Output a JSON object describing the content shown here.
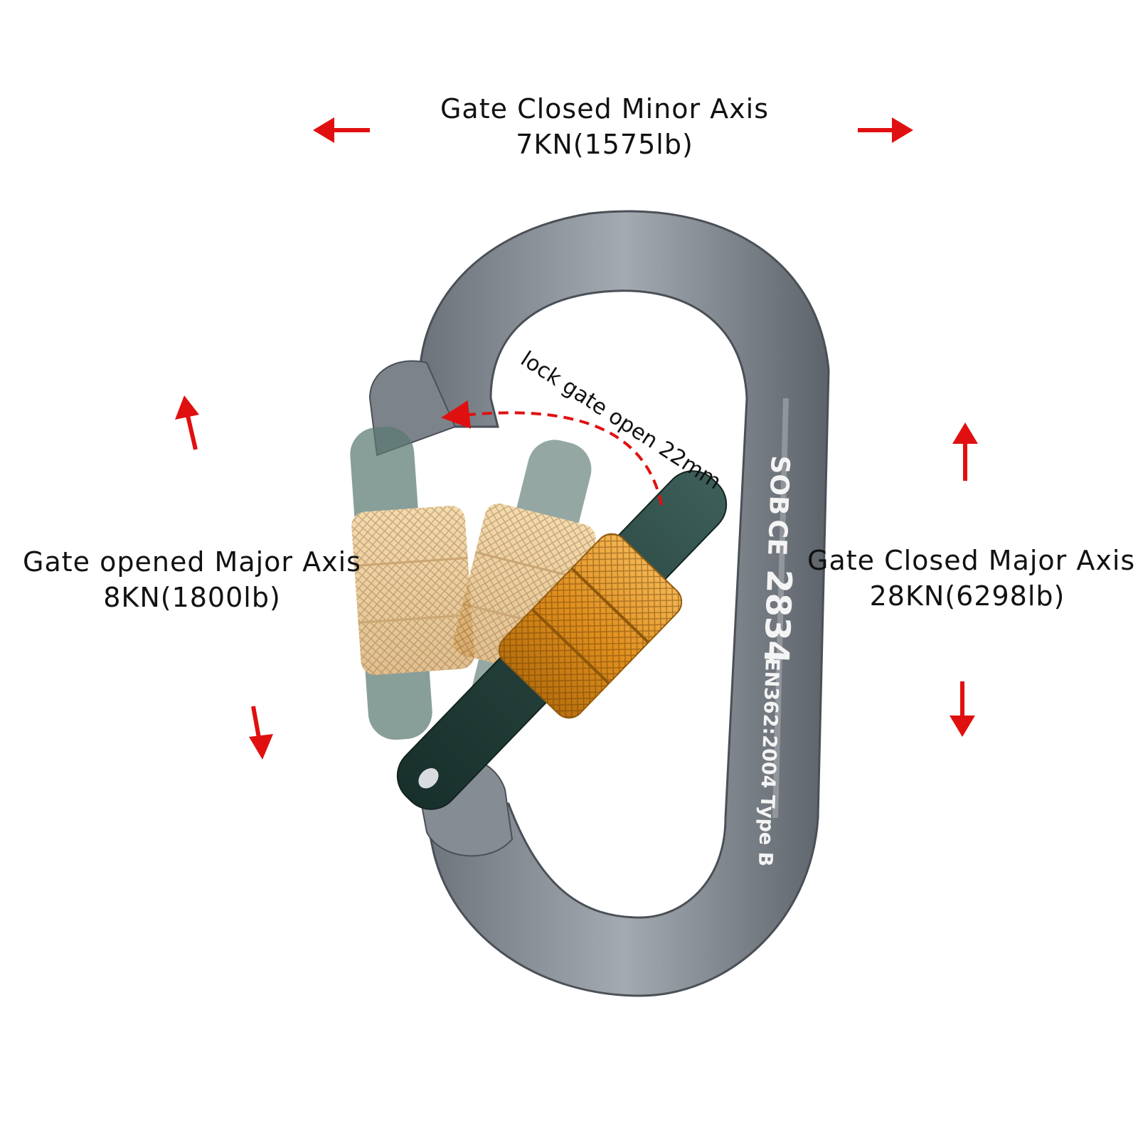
{
  "minor_axis": {
    "title": "Gate Closed Minor Axis",
    "value": "7KN(1575lb)"
  },
  "opened_major_axis": {
    "title": "Gate opened Major Axis",
    "value": "8KN(1800lb)"
  },
  "closed_major_axis": {
    "title": "Gate Closed Major Axis",
    "value": "28KN(6298lb)"
  },
  "gate_annotation": "lock gate open 22mm",
  "engraving": {
    "brand": "SOB",
    "mark": "CE",
    "number": "2834",
    "standard": "EN362:2004 Type B"
  },
  "colors": {
    "arrow": "#e01010",
    "body": "#8a9097",
    "gate": "#2c4a45",
    "sleeve": "#e59a2a"
  }
}
